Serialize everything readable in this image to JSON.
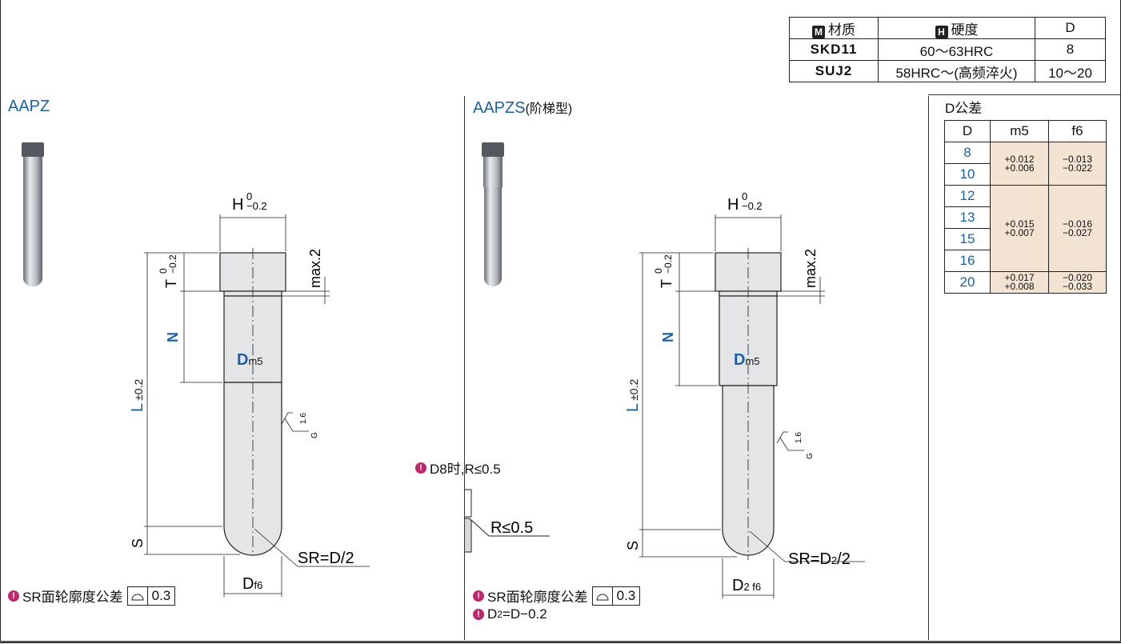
{
  "material_table": {
    "headers": {
      "material": "材质",
      "hardness": "硬度",
      "d": "D"
    },
    "icons": {
      "material": "M",
      "hardness": "H"
    },
    "rows": [
      {
        "material": "SKD11",
        "hardness": "60～63HRC",
        "d": "8"
      },
      {
        "material": "SUJ2",
        "hardness": "58HRC～(高频淬火)",
        "d": "10～20"
      }
    ]
  },
  "left": {
    "title": "AAPZ",
    "dims": {
      "h": "H",
      "h_tol_top": "0",
      "h_tol_bot": "−0.2",
      "t": "T",
      "t_tol_top": "0",
      "t_tol_bot": "−0.2",
      "max": "max.2",
      "n": "N",
      "dm": "D",
      "dm_sub": "m5",
      "l": "L",
      "l_tol": "±0.2",
      "s": "S",
      "sr": "SR=D/2",
      "df": "D",
      "df_sub": "f6",
      "rough": "1.6",
      "rough_g": "G"
    },
    "note": {
      "text": "SR面轮廓度公差",
      "value": "0.3"
    }
  },
  "right": {
    "title": "AAPZS",
    "subtitle": "(阶梯型)",
    "dims": {
      "h": "H",
      "h_tol_top": "0",
      "h_tol_bot": "−0.2",
      "t": "T",
      "t_tol_top": "0",
      "t_tol_bot": "−0.2",
      "max": "max.2",
      "n": "N",
      "dm": "D",
      "dm_sub": "m5",
      "l": "L",
      "l_tol": "±0.2",
      "s": "S",
      "sr": "SR=D",
      "sr_sub": "2",
      "sr_tail": "/2",
      "df": "D",
      "df_sub": "2 f6",
      "rough": "1.6",
      "rough_g": "G"
    },
    "detail_note": "D8时,R≤0.5",
    "detail_r": "R≤0.5",
    "note": {
      "text": "SR面轮廓度公差",
      "value": "0.3"
    },
    "note2": {
      "pre": "D",
      "sub": "2",
      "post": "=D−0.2"
    }
  },
  "tolerance": {
    "title": "D公差",
    "headers": [
      "D",
      "m5",
      "f6"
    ],
    "d_values": [
      "8",
      "10",
      "12",
      "13",
      "15",
      "16",
      "20"
    ],
    "groups": [
      {
        "m5_top": "+0.012",
        "m5_bot": "+0.006",
        "f6_top": "−0.013",
        "f6_bot": "−0.022"
      },
      {
        "m5_top": "+0.015",
        "m5_bot": "+0.007",
        "f6_top": "−0.016",
        "f6_bot": "−0.027"
      },
      {
        "m5_top": "+0.017",
        "m5_bot": "+0.008",
        "f6_top": "−0.020",
        "f6_bot": "−0.033"
      }
    ]
  },
  "colors": {
    "accent": "#1b5fa8",
    "pin": "#c0266a",
    "tol_bg": "#f2e3d3"
  }
}
